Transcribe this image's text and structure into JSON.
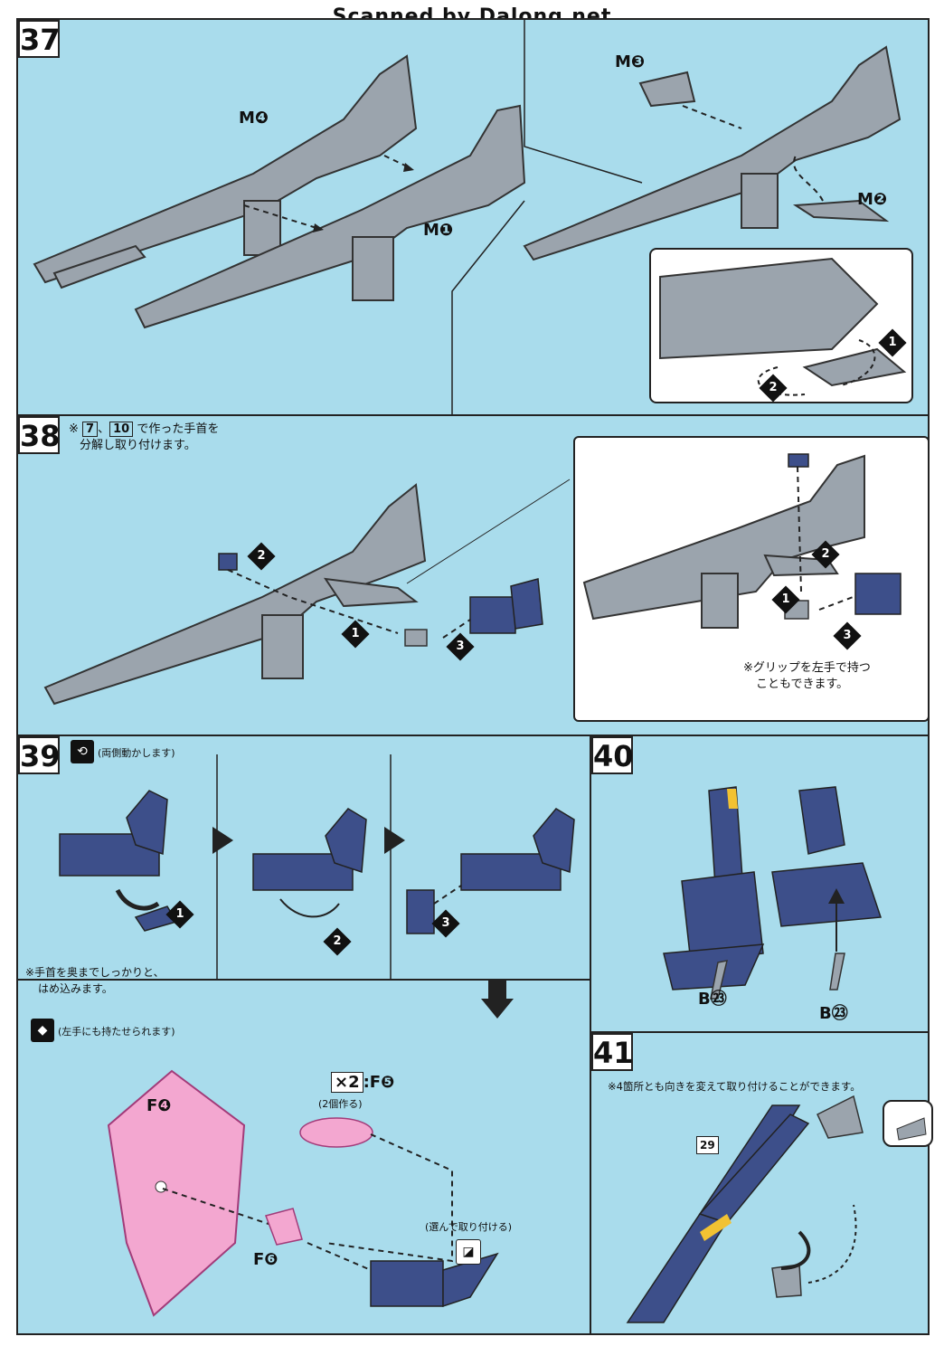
{
  "header": {
    "text": "Scanned by Dalong.net"
  },
  "steps": {
    "s37": {
      "number": "37",
      "parts": {
        "m4": "M❹",
        "m1": "M❶",
        "m3": "M❸",
        "m2": "M❷"
      },
      "inset_markers": [
        "1",
        "2"
      ]
    },
    "s38": {
      "number": "38",
      "note_prefix": "※",
      "note_ref1": "7",
      "note_sep": "、",
      "note_ref2": "10",
      "note_line1_tail": "で作った手首を",
      "note_line2": "分解し取り付けます。",
      "markers": [
        "2",
        "1",
        "3"
      ],
      "inset_markers": [
        "2",
        "1",
        "3"
      ],
      "inset_note_line1": "※グリップを左手で持つ",
      "inset_note_line2": "こともできます。"
    },
    "s39": {
      "number": "39",
      "hint": "(両側動かします)",
      "markers": [
        "1",
        "2",
        "3"
      ],
      "note_line1": "※手首を奥までしっかりと、",
      "note_line2": "はめ込みます。",
      "left_hand_hint": "(左手にも持たせられます)",
      "parts": {
        "f4": "F❹",
        "f6": "F❻",
        "f5_count": "×2",
        "f5": ":F❺",
        "make_two": "(2個作る)",
        "choose": "(選んで取り付ける)"
      }
    },
    "s40": {
      "number": "40",
      "parts": {
        "b23a": "B㉓",
        "b23b": "B㉓"
      }
    },
    "s41": {
      "number": "41",
      "note": "※4箇所とも向きを変えて取り付けることができます。",
      "ref": "29"
    }
  },
  "colors": {
    "page_bg": "#a9dcec",
    "part_gray": "#9ba4ad",
    "part_navy": "#3d4f8a",
    "part_pink": "#f3a7d0",
    "accent_yellow": "#f2c232"
  }
}
